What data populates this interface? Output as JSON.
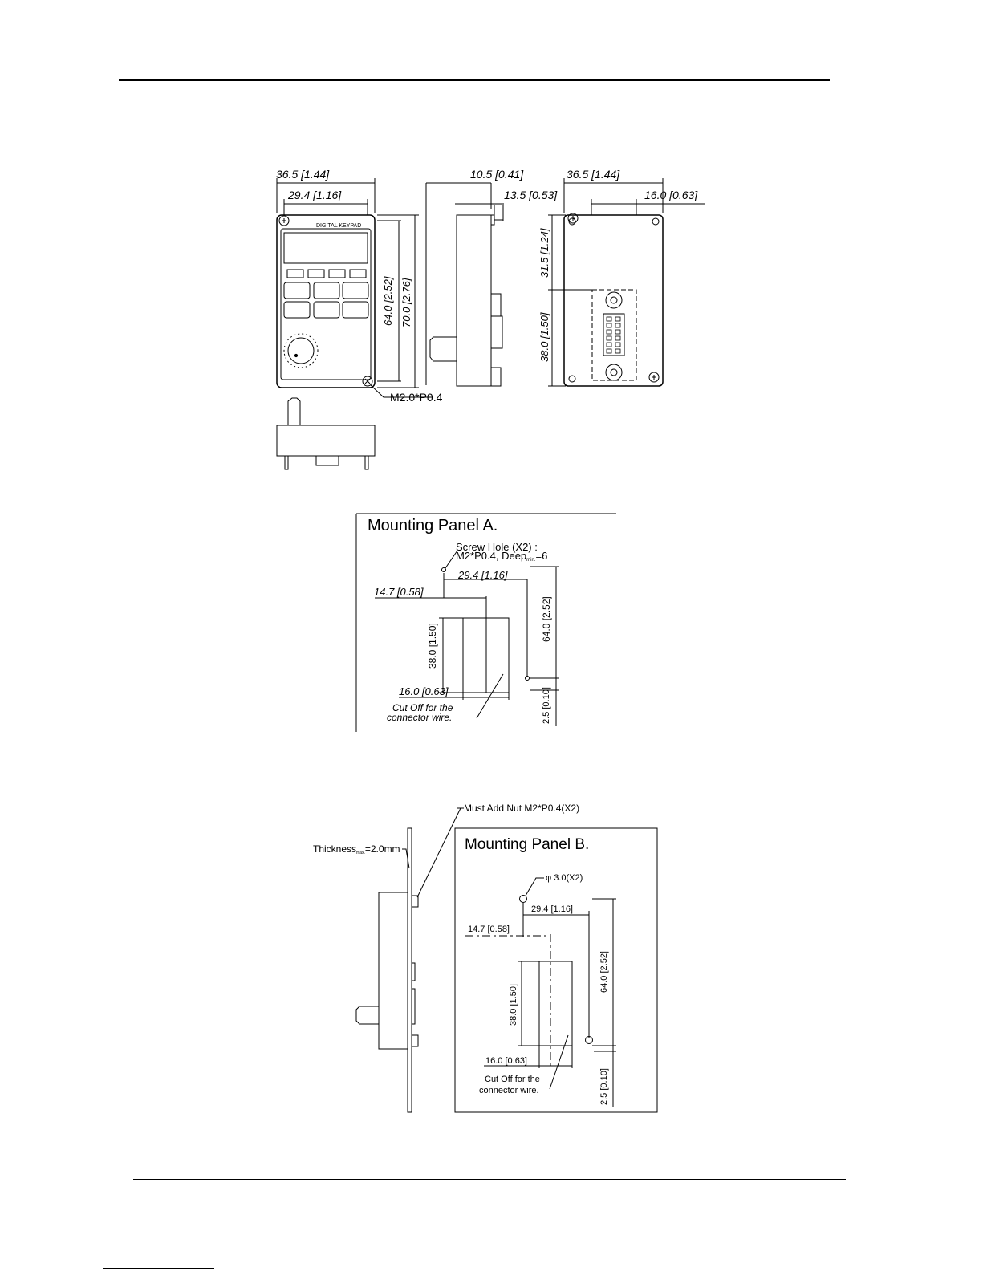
{
  "keypad": {
    "brand_text": "DIGITAL KEYPAD",
    "dims": {
      "width_outer": "36.5 [1.44]",
      "width_holes": "29.4 [1.16]",
      "side_depth": "10.5 [0.41]",
      "side_depth2": "13.5 [0.53]",
      "rear_width": "36.5 [1.44]",
      "rear_connector": "16.0 [0.63]",
      "height_holes": "64.0 [2.52]",
      "height_outer": "70.0 [2.76]",
      "rear_top": "31.5 [1.24]",
      "rear_connector_height": "38.0 [1.50]",
      "screw": "M2.0*P0.4"
    }
  },
  "panel_a": {
    "title": "Mounting Panel A.",
    "screw_note_line1": "Screw Hole (X2) :",
    "screw_note_line2_a": "M2*P0.4, Deep",
    "screw_note_line2_sub": "min.",
    "screw_note_line2_b": "=6",
    "dim_hole_spacing": "29.4 [1.16]",
    "dim_offset": "14.7 [0.58]",
    "dim_height": "64.0 [2.52]",
    "dim_cut_height": "38.0 [1.50]",
    "dim_cut_width": "16.0 [0.63]",
    "dim_bottom": "2.5 [0.10]",
    "cut_note_line1": "Cut Off for the",
    "cut_note_line2": "connector wire."
  },
  "panel_b": {
    "title": "Mounting Panel B.",
    "nut_note": "Must Add Nut M2*P0.4(X2)",
    "thickness_a": "Thickness",
    "thickness_sub": "max.",
    "thickness_b": "=2.0mm",
    "hole_note": "φ 3.0(X2)",
    "dim_hole_spacing": "29.4 [1.16]",
    "dim_offset": "14.7 [0.58]",
    "dim_height": "64.0 [2.52]",
    "dim_cut_height": "38.0 [1.50]",
    "dim_cut_width": "16.0 [0.63]",
    "dim_bottom": "2.5 [0.10]",
    "cut_note_line1": "Cut Off for the",
    "cut_note_line2": "connector wire."
  }
}
